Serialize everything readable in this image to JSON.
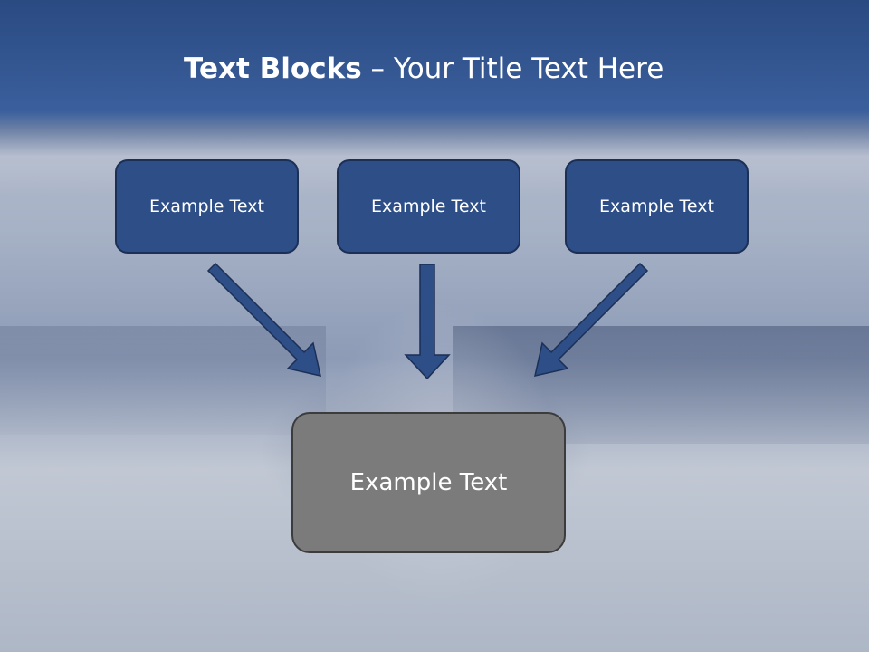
{
  "slide": {
    "title_bold": "Text Blocks",
    "title_dash": " – ",
    "title_rest": "Your Title Text Here"
  },
  "blocks": {
    "top_left": "Example Text",
    "top_center": "Example Text",
    "top_right": "Example Text",
    "bottom": "Example Text"
  },
  "colors": {
    "header_blue": "#2a4a82",
    "block_blue": "#2e4e88",
    "block_gray": "#7b7b7b",
    "arrow_blue": "#2e4e88"
  }
}
